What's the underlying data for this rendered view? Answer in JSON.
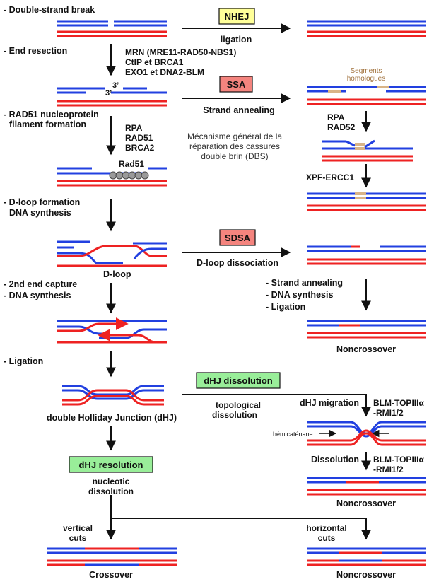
{
  "colors": {
    "blue": "#2240e0",
    "red": "#ee2222",
    "tan": "#d9b487",
    "nhej": "#ffff99",
    "ssa": "#f4847e",
    "dhj": "#99ee99"
  },
  "steps": {
    "dsb": "- Double-strand break",
    "resection": "- End resection",
    "rad51_1": "- RAD51 nucleoprotein",
    "rad51_2": "filament formation",
    "dloop_1": "- D-loop formation",
    "dloop_2": "DNA synthesis",
    "second_1": "- 2nd end capture",
    "second_2": "- DNA synthesis",
    "ligation": "- Ligation"
  },
  "factors": {
    "mrn": "MRN (MRE11-RAD50-NBS1)",
    "ctip": "CtIP et BRCA1",
    "exo": "EXO1 et DNA2-BLM",
    "rpa": "RPA",
    "rad51": "RAD51",
    "brca2": "BRCA2",
    "rad51_label": "Rad51",
    "three_prime": "3’",
    "rpa2": "RPA",
    "rad52": "RAD52",
    "xpf": "XPF-ERCC1",
    "blm1a": "BLM-TOPIIIα",
    "blm1b": "-RMI1/2",
    "blm2a": "BLM-TOPIIIα",
    "blm2b": "-RMI1/2"
  },
  "boxes": {
    "nhej": "NHEJ",
    "ssa": "SSA",
    "sdsa": "SDSA",
    "dhj_dissolution": "dHJ dissolution",
    "dhj_resolution": "dHJ resolution"
  },
  "arrows": {
    "ligation": "ligation",
    "strand_annealing": "Strand annealing",
    "dloop_dissociation": "D-loop dissociation"
  },
  "center_note": [
    "Mécanisme général de la",
    "réparation des cassures",
    "double brin (DBS)"
  ],
  "homologous": [
    "Segments",
    "homologues"
  ],
  "dloop": "D-loop",
  "sdsa_steps": [
    "- Strand annealing",
    "- DNA synthesis",
    "- Ligation"
  ],
  "noncrossover": "Noncrossover",
  "crossover": "Crossover",
  "dhj": "double Holliday Junction (dHJ)",
  "topological": [
    "topological",
    "dissolution"
  ],
  "dhj_migration": "dHJ migration",
  "hemicatenane": "hémicaténane",
  "dissolution": "Dissolution",
  "nucleotic": [
    "nucleotic",
    "dissolution"
  ],
  "vertical_cuts": [
    "vertical",
    "cuts"
  ],
  "horizontal_cuts": [
    "horizontal",
    "cuts"
  ]
}
